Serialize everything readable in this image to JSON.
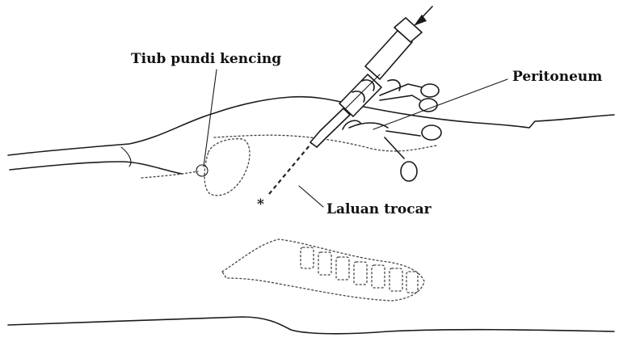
{
  "labels": {
    "bladder_tube": "Tiub pundi kencing",
    "peritoneum": "Peritoneum",
    "trocar_path": "Laluan trocar",
    "asterisk": "*"
  }
}
